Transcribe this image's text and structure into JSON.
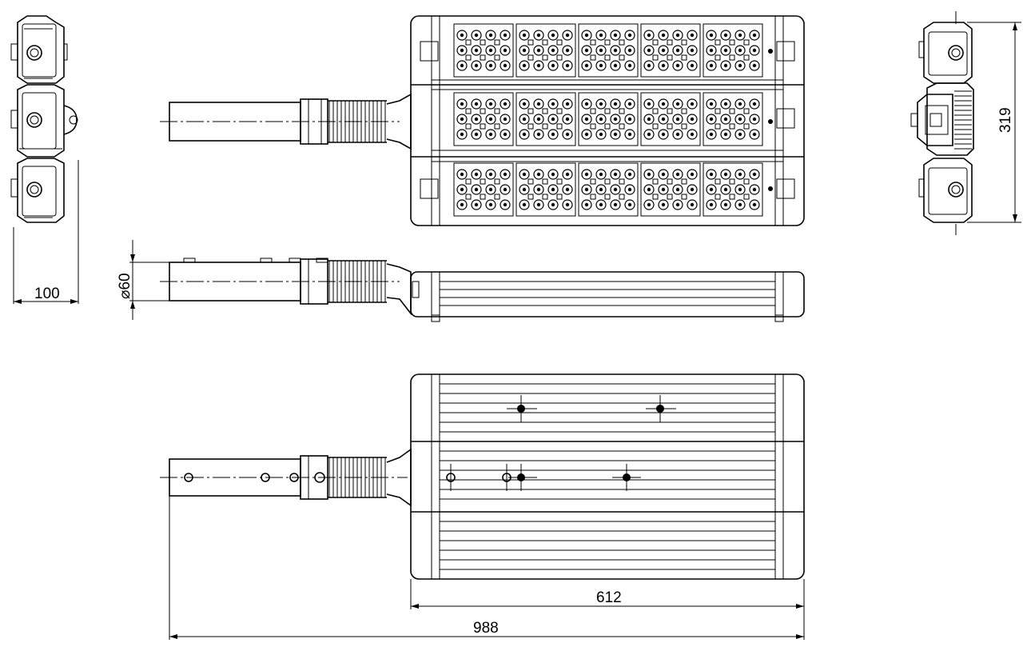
{
  "drawing": {
    "dimensions": {
      "width_side": "100",
      "height_side": "319",
      "pipe_diameter": "⌀60",
      "body_length": "612",
      "total_length": "988"
    }
  }
}
